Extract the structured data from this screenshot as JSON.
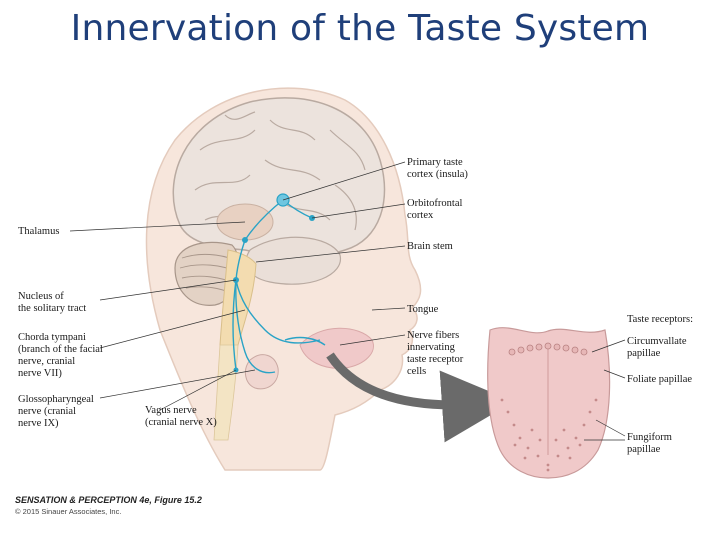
{
  "title": "Innervation of the Taste System",
  "labels": {
    "primary_taste_cortex": [
      "Primary taste",
      "cortex (insula)"
    ],
    "orbitofrontal_cortex": [
      "Orbitofrontal",
      "cortex"
    ],
    "brain_stem": [
      "Brain stem"
    ],
    "thalamus": [
      "Thalamus"
    ],
    "nucleus_solitary": [
      "Nucleus of",
      "the solitary tract"
    ],
    "tongue": [
      "Tongue"
    ],
    "chorda_tympani": [
      "Chorda tympani",
      "(branch of the facial",
      "nerve, cranial",
      "nerve VII)"
    ],
    "nerve_fibers": [
      "Nerve fibers",
      "innervating",
      "taste receptor",
      "cells"
    ],
    "glossopharyngeal": [
      "Glossopharyngeal",
      "nerve (cranial",
      "nerve IX)"
    ],
    "vagus": [
      "Vagus nerve",
      "(cranial nerve X)"
    ],
    "taste_receptors": [
      "Taste receptors:"
    ],
    "circumvallate": [
      "Circumvallate",
      "papillae"
    ],
    "foliate": [
      "Foliate papillae"
    ],
    "fungiform": [
      "Fungiform",
      "papillae"
    ]
  },
  "credit": {
    "line1": "SENSATION & PERCEPTION 4e, Figure 15.2",
    "line2": "© 2015 Sinauer Associates, Inc."
  },
  "colors": {
    "title": "#1f3f7a",
    "nerve": "#2aa3c6",
    "head_fill": "#f7e6dc",
    "brain_fill": "#ece3dd",
    "tongue_fill": "#f0c9c9"
  }
}
